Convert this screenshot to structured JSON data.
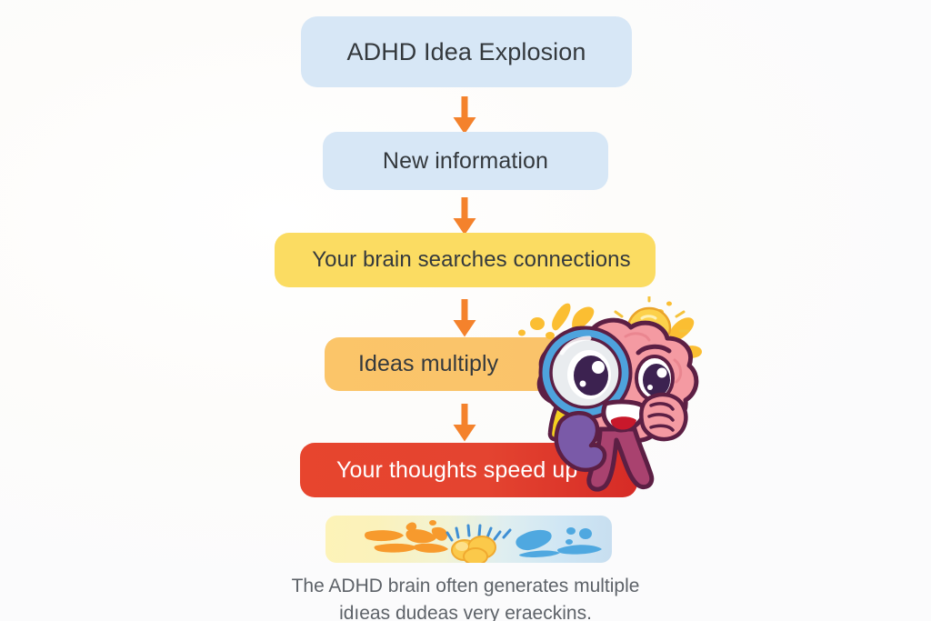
{
  "page": {
    "background_color": "#fdfdfc",
    "title_text": "ADHD Idea Explosion"
  },
  "flow": {
    "arrow_color": "#f4822c",
    "steps": [
      {
        "id": "adhd-idea-explosion",
        "label": "ADHD Idea Explosion",
        "background_color": "#d7e7f6",
        "text_color": "#34393d"
      },
      {
        "id": "new-information",
        "label": "New information",
        "background_color": "#d7e7f6",
        "text_color": "#34393d"
      },
      {
        "id": "your-brain-searches-connections",
        "label": "Your brain searches connections",
        "background_color": "#fbdc62",
        "text_color": "#34393d"
      },
      {
        "id": "ideas-multiply",
        "label": "Ideas multiply",
        "background_color": "#fac36a",
        "text_color": "#34393d"
      },
      {
        "id": "your-thoughts-speed-up",
        "label": "Your thoughts speed up",
        "background_color": "#e4452f",
        "text_color": "#ffffff"
      }
    ]
  },
  "splash_bar": {
    "gradient_start": "#fdf3b8",
    "gradient_end": "#c7def0",
    "left_splash_color": "#f79a2d",
    "center_burst_color": "#fbc94a",
    "right_splash_color": "#4fa8e0"
  },
  "caption": {
    "line_1": "The ADHD brain often generates multiple",
    "line_2": "idıeas dudeas very eraeckins.",
    "text_color": "#5d6268"
  },
  "mascot": {
    "name": "brain-character",
    "brain_color": "#f4939c",
    "brain_outline_color": "#5c1f44",
    "stem_color": "#a0406f",
    "hand_color": "#7a5aa8",
    "magnifier_rim_color": "#4ea3dd",
    "magnifier_handle_color": "#f5d020",
    "mouth_color": "#c9182b",
    "lightbulb_color": "#fbc94a",
    "sparkle_color": "#fbbe32"
  }
}
